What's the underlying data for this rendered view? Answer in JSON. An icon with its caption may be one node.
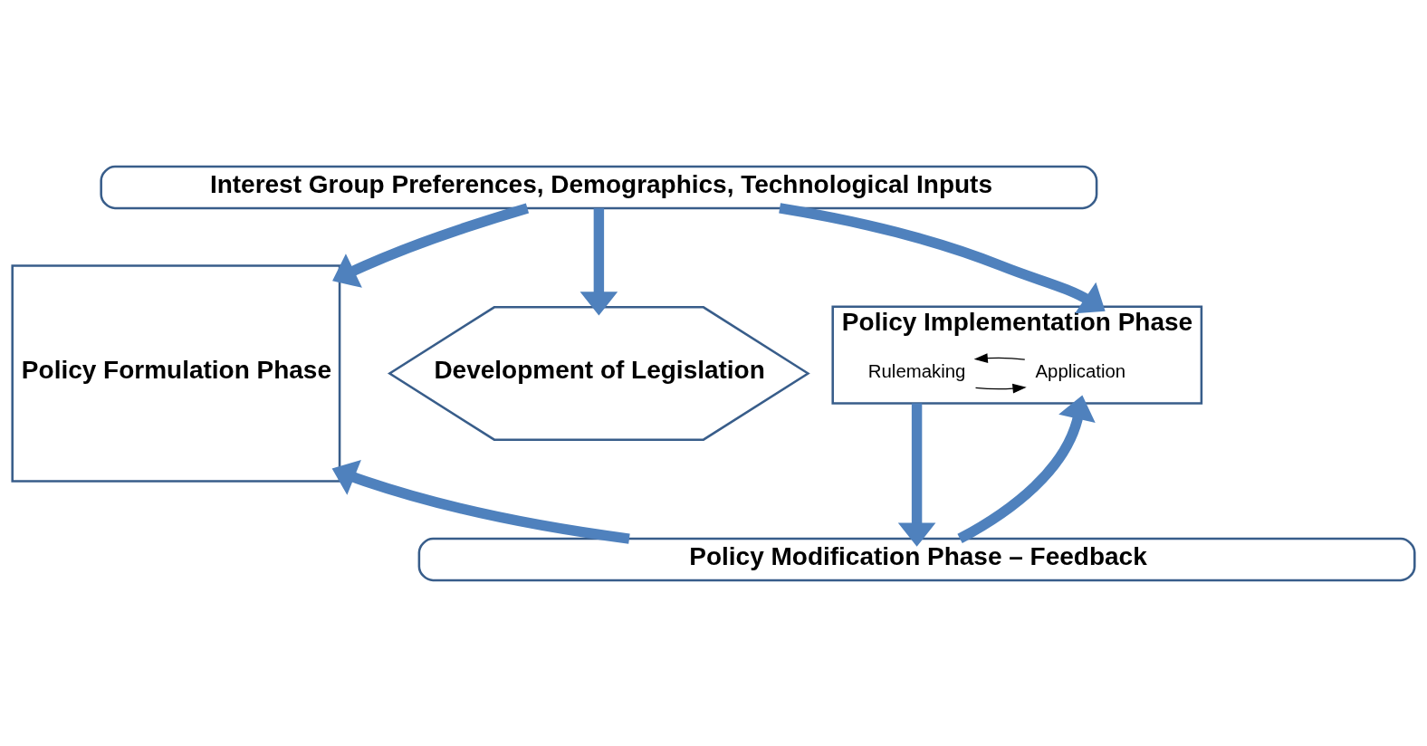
{
  "diagram": {
    "nodes": [
      {
        "text": [
          "Interest Group Preferences, Demographics, Technological Inputs"
        ]
      },
      {
        "text": [
          "Policy Formulation Phase"
        ]
      },
      {
        "text": [
          "Development of Legislation"
        ]
      },
      {
        "text": [
          "Policy Implementation Phase"
        ]
      },
      {
        "text": [
          "Rulemaking"
        ],
        "in": 3
      },
      {
        "text": [
          "Application"
        ],
        "in": 3
      },
      {
        "text": [
          "Policy Modification Phase – Feedback"
        ]
      }
    ],
    "edges": [
      {
        "from": 0,
        "to": 1,
        "arrow": "to"
      },
      {
        "from": 0,
        "to": 2,
        "arrow": "to"
      },
      {
        "from": 0,
        "to": 3,
        "arrow": "to"
      },
      {
        "from": 6,
        "to": 1,
        "arrow": "to"
      },
      {
        "from": 3,
        "to": 6,
        "arrow": "to"
      },
      {
        "from": 6,
        "to": 3,
        "arrow": "to"
      },
      {
        "from": 4,
        "to": 5,
        "arrow": "to",
        "color": "#000000"
      },
      {
        "from": 5,
        "to": 4,
        "arrow": "to",
        "color": "#000000"
      }
    ]
  }
}
